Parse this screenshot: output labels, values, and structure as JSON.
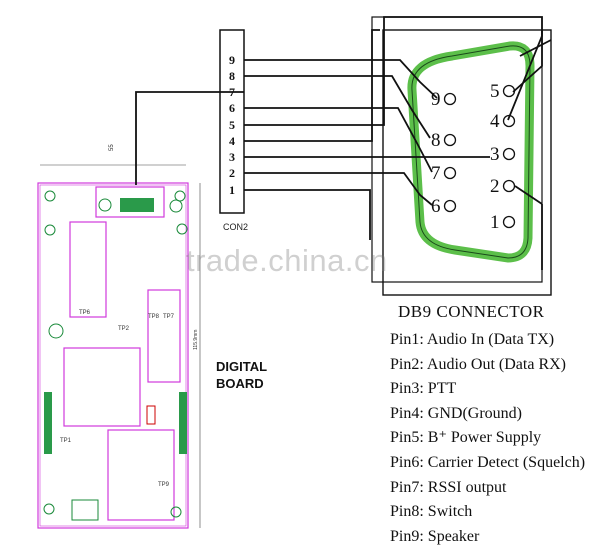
{
  "colors": {
    "ink": "#111111",
    "pcb_outline": "#d03adb",
    "pcb_component": "#1a8a3a",
    "db9_shell": "#5cbf4a"
  },
  "con2": {
    "label": "CON2",
    "pins": [
      "9",
      "8",
      "7",
      "6",
      "5",
      "4",
      "3",
      "2",
      "1"
    ]
  },
  "db9": {
    "title": "DB9  CONNECTOR",
    "holes": [
      "9",
      "8",
      "7",
      "6",
      "5",
      "4",
      "3",
      "2",
      "1"
    ]
  },
  "board": {
    "label_line1": "DIGITAL",
    "label_line2": "BOARD",
    "test_points": [
      "TP1",
      "TP2",
      "TP6",
      "TP7",
      "TP8",
      "TP9"
    ],
    "dimension_top": "55",
    "dimension_side": "115.9mm"
  },
  "pinout": [
    "Pin1: Audio In (Data TX)",
    "Pin2: Audio Out (Data RX)",
    "Pin3: PTT",
    "Pin4: GND(Ground)",
    "Pin5: B⁺  Power Supply",
    "Pin6: Carrier Detect (Squelch)",
    "Pin7: RSSI output",
    "Pin8: Switch",
    "Pin9: Speaker"
  ],
  "watermark": "trade.china.cn"
}
